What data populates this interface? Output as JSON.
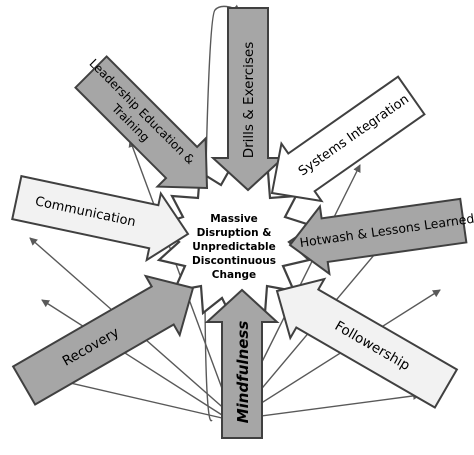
{
  "center": {
    "lines": [
      "Massive",
      "Disruption &",
      "Unpredictable",
      "Discontinuous",
      "Change"
    ]
  },
  "arrows": {
    "drills": "Drills & Exercises",
    "leadership_line1": "Leadership Education &",
    "leadership_line2": "Training",
    "systems": "Systems Integration",
    "communication": "Communication",
    "hotwash": "Hotwash & Lessons Learned",
    "recovery": "Recovery",
    "followership": "Followership",
    "mindfulness": "Mindfulness"
  },
  "colors": {
    "dark_fill": "#a6a6a6",
    "light_fill": "#f2f2f2",
    "white_fill": "#ffffff",
    "outline": "#404040",
    "connector": "#595959"
  }
}
